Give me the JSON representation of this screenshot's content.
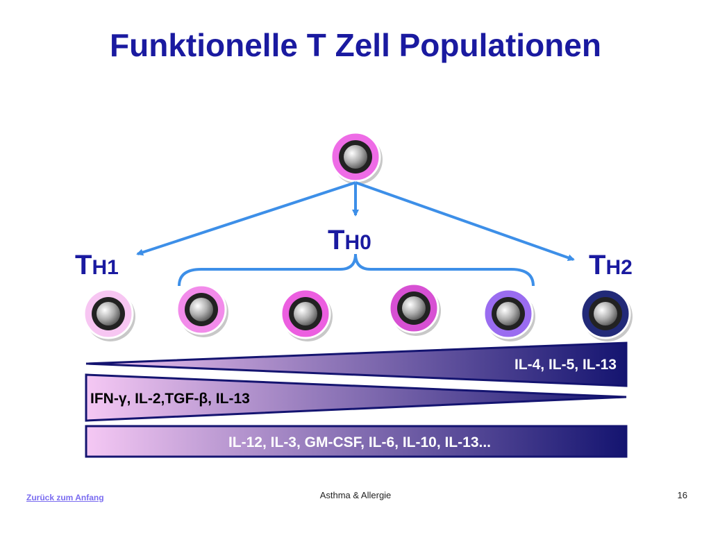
{
  "title": "Funktionelle T Zell Populationen",
  "labels": {
    "th0": {
      "main": "T",
      "sub": "H0"
    },
    "th1": {
      "main": "T",
      "sub": "H1"
    },
    "th2": {
      "main": "T",
      "sub": "H2"
    }
  },
  "bands": {
    "th2_cytokines": "IL-4, IL-5, IL-13",
    "th1_cytokines": "IFN-γ, IL-2,TGF-β, IL-13",
    "common_cytokines": "IL-12, IL-3, GM-CSF, IL-6, IL-10, IL-13..."
  },
  "colors": {
    "title": "#1a1aa0",
    "arrow": "#3d8fe8",
    "band_light": "#f5c8f4",
    "band_dark": "#141470",
    "cells": [
      "#f7c6f2",
      "#f28bea",
      "#ec5fe0",
      "#d750d3",
      "#9a6cf0",
      "#222a78"
    ],
    "top_cell": "#ee6ce6"
  },
  "footer": {
    "link": "Zurück zum Anfang",
    "center": "Asthma & Allergie",
    "page": "16"
  }
}
